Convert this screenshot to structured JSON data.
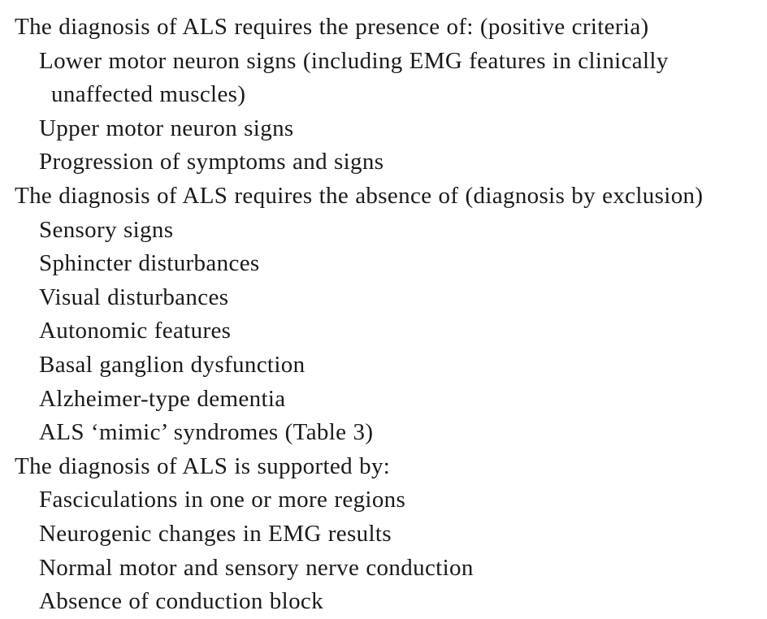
{
  "sections": [
    {
      "heading": "The diagnosis of ALS requires the presence of: (positive criteria)",
      "items": [
        "Lower motor neuron signs (including EMG features in clinically unaffected muscles)",
        "Upper motor neuron signs",
        "Progression of symptoms and signs"
      ]
    },
    {
      "heading": "The diagnosis of ALS requires the absence of (diagnosis by exclusion)",
      "items": [
        "Sensory signs",
        "Sphincter disturbances",
        "Visual disturbances",
        "Autonomic features",
        "Basal ganglion dysfunction",
        "Alzheimer-type dementia",
        "ALS ‘mimic’ syndromes (Table 3)"
      ]
    },
    {
      "heading": "The diagnosis of ALS is supported by:",
      "items": [
        "Fasciculations in one or more regions",
        "Neurogenic changes in EMG results",
        "Normal motor and sensory nerve conduction",
        "Absence of conduction block"
      ]
    }
  ]
}
